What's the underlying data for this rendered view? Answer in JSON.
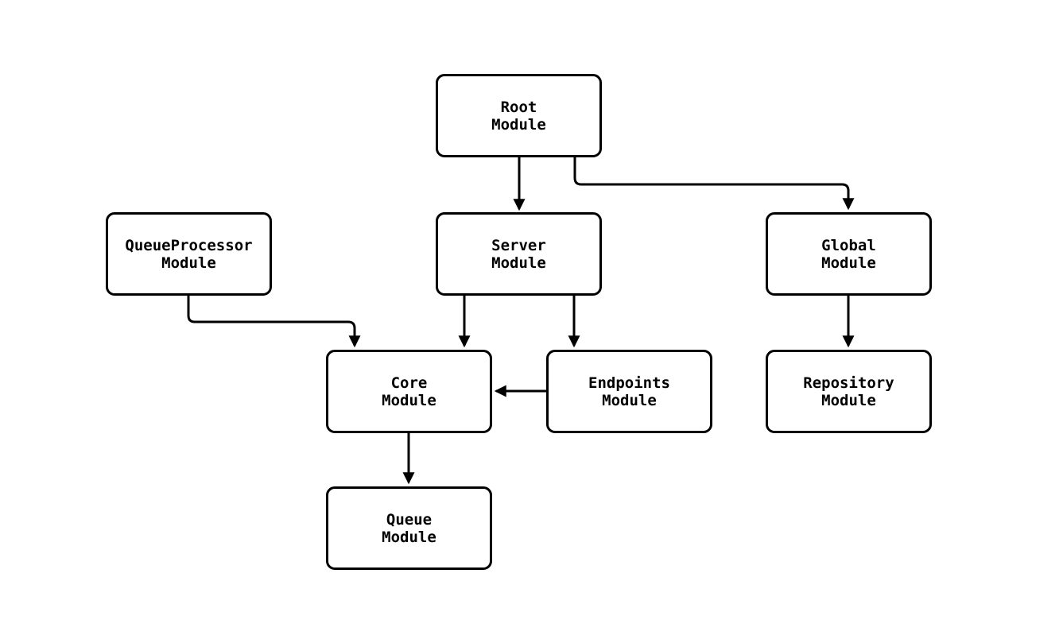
{
  "diagram": {
    "type": "module-dependency-graph",
    "background_color": "#ffffff",
    "node_fill_color": "#ffffff",
    "node_border_color": "#000000",
    "edge_color": "#000000",
    "text_color": "#000000",
    "nodes": {
      "root": {
        "line1": "Root",
        "line2": "Module"
      },
      "server": {
        "line1": "Server",
        "line2": "Module"
      },
      "queueprocessor": {
        "line1": "QueueProcessor",
        "line2": "Module"
      },
      "global": {
        "line1": "Global",
        "line2": "Module"
      },
      "core": {
        "line1": "Core",
        "line2": "Module"
      },
      "endpoints": {
        "line1": "Endpoints",
        "line2": "Module"
      },
      "repository": {
        "line1": "Repository",
        "line2": "Module"
      },
      "queue": {
        "line1": "Queue",
        "line2": "Module"
      }
    },
    "edges": [
      {
        "from": "Root Module",
        "to": "Server Module"
      },
      {
        "from": "Root Module",
        "to": "Global Module"
      },
      {
        "from": "QueueProcessor Module",
        "to": "Core Module"
      },
      {
        "from": "Server Module",
        "to": "Core Module"
      },
      {
        "from": "Server Module",
        "to": "Endpoints Module"
      },
      {
        "from": "Endpoints Module",
        "to": "Core Module"
      },
      {
        "from": "Global Module",
        "to": "Repository Module"
      },
      {
        "from": "Core Module",
        "to": "Queue Module"
      }
    ]
  }
}
